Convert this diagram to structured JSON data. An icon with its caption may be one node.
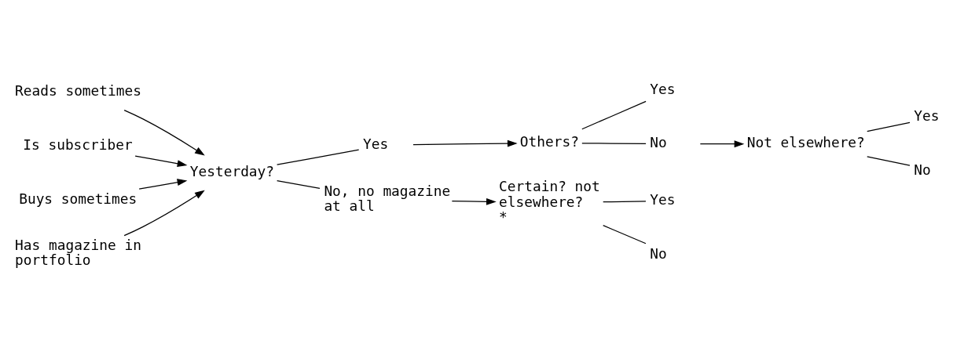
{
  "diagram": {
    "nodes": [
      {
        "text": [
          "Reads sometimes"
        ]
      },
      {
        "text": [
          "Is subscriber"
        ]
      },
      {
        "text": [
          "Buys sometimes"
        ]
      },
      {
        "text": [
          "Has magazine in portfolio"
        ]
      },
      {
        "text": [
          "Yesterday?"
        ]
      },
      {
        "text": [
          "Yes"
        ]
      },
      {
        "text": [
          "No, no magazine at all"
        ]
      },
      {
        "text": [
          "Others?"
        ]
      },
      {
        "text": [
          "Yes"
        ]
      },
      {
        "text": [
          "No"
        ]
      },
      {
        "text": [
          "Not elsewhere?"
        ]
      },
      {
        "text": [
          "Yes"
        ]
      },
      {
        "text": [
          "No"
        ]
      },
      {
        "text": [
          "Certain? not elsewhere?",
          "*"
        ]
      },
      {
        "text": [
          "Yes"
        ]
      },
      {
        "text": [
          "No"
        ]
      }
    ],
    "edges": [
      {
        "from": 0,
        "to": 4,
        "arrow": "to"
      },
      {
        "from": 1,
        "to": 4,
        "arrow": "to"
      },
      {
        "from": 2,
        "to": 4,
        "arrow": "to"
      },
      {
        "from": 3,
        "to": 4,
        "arrow": "to"
      },
      {
        "from": 4,
        "to": 5,
        "arrow": "none"
      },
      {
        "from": 4,
        "to": 6,
        "arrow": "none"
      },
      {
        "from": 5,
        "to": 7,
        "arrow": "to"
      },
      {
        "from": 6,
        "to": 13,
        "arrow": "to"
      },
      {
        "from": 7,
        "to": 8,
        "arrow": "none"
      },
      {
        "from": 7,
        "to": 9,
        "arrow": "none"
      },
      {
        "from": 9,
        "to": 10,
        "arrow": "to"
      },
      {
        "from": 10,
        "to": 11,
        "arrow": "none"
      },
      {
        "from": 10,
        "to": 12,
        "arrow": "none"
      },
      {
        "from": 13,
        "to": 14,
        "arrow": "none"
      },
      {
        "from": 13,
        "to": 15,
        "arrow": "none"
      }
    ]
  }
}
